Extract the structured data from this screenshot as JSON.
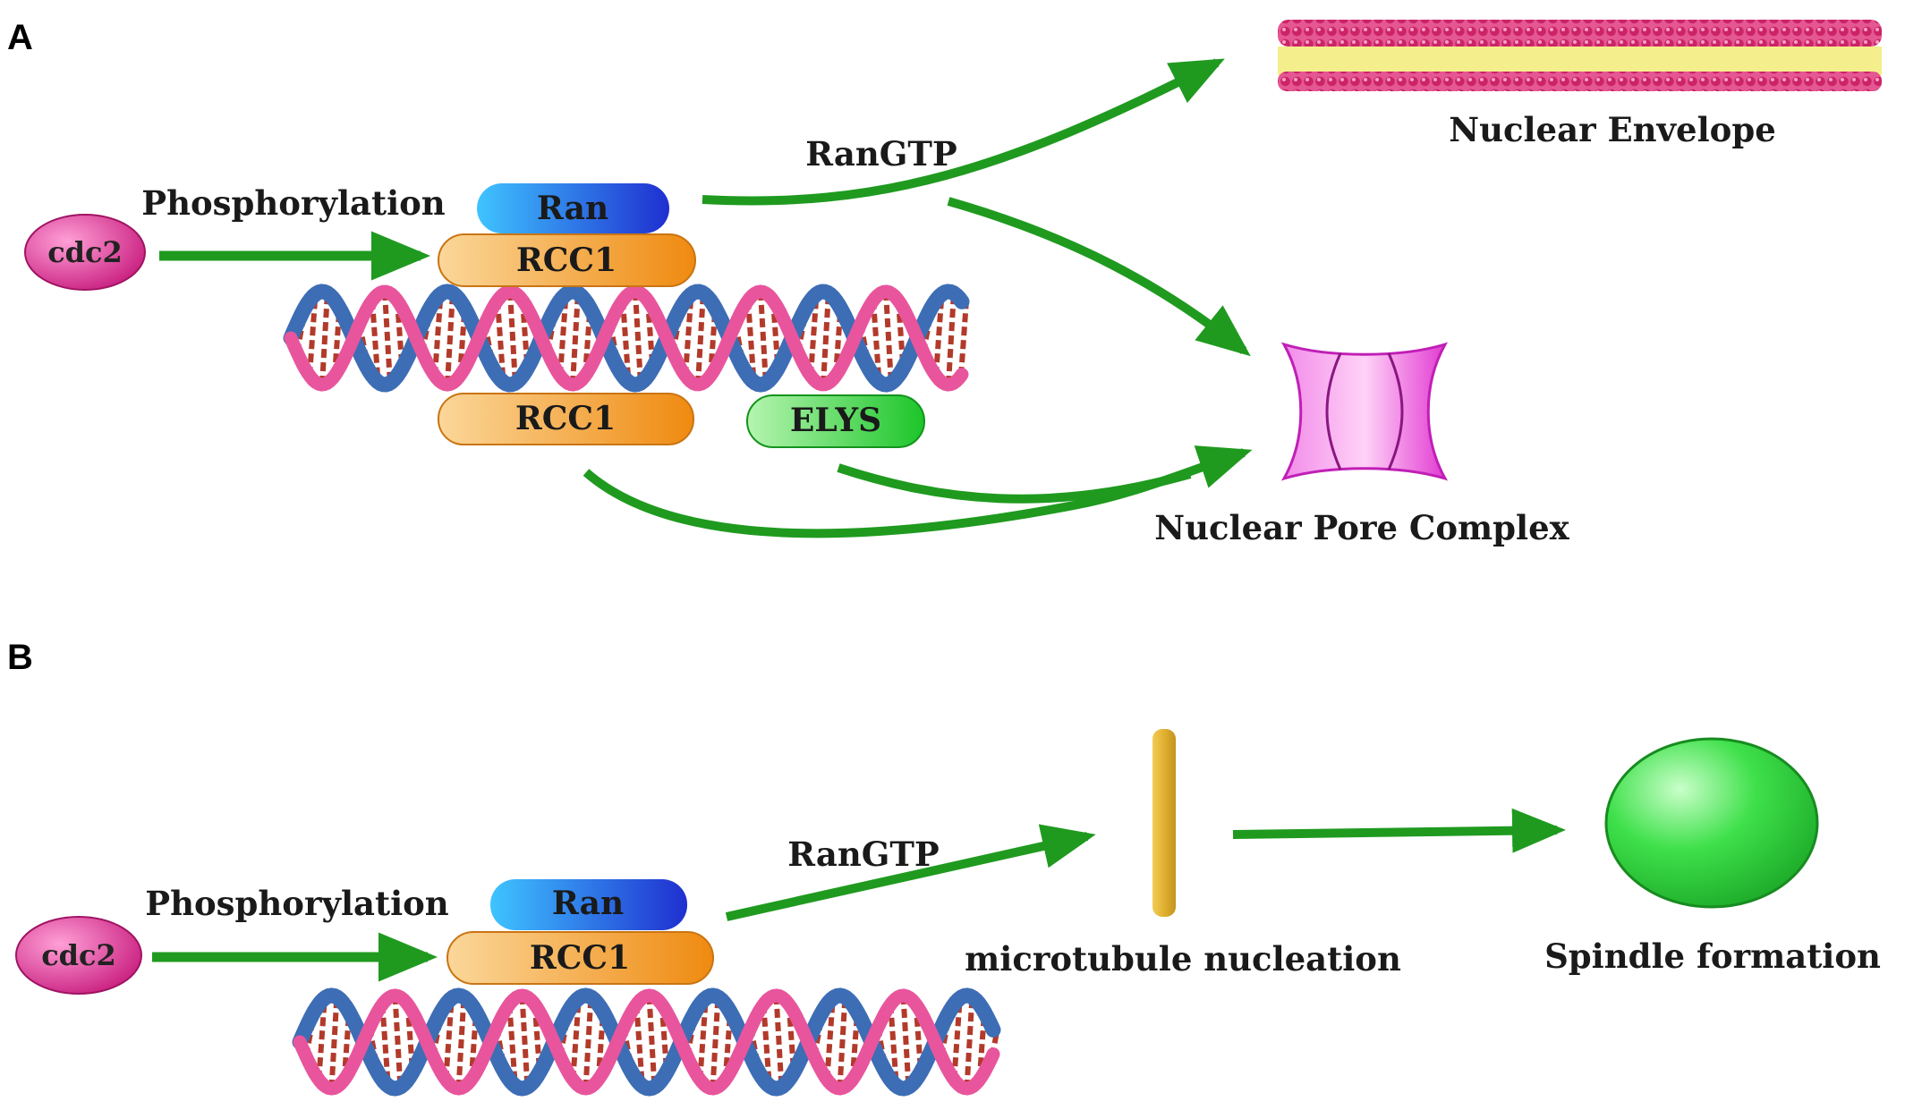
{
  "panelA": {
    "label": "A",
    "cdc2": "cdc2",
    "phosphorylation": "Phosphorylation",
    "ran": "Ran",
    "rcc1_top": "RCC1",
    "rcc1_bottom": "RCC1",
    "elys": "ELYS",
    "rangtp": "RanGTP",
    "nuclear_envelope": "Nuclear Envelope",
    "nuclear_pore_complex": "Nuclear Pore Complex"
  },
  "panelB": {
    "label": "B",
    "cdc2": "cdc2",
    "phosphorylation": "Phosphorylation",
    "ran": "Ran",
    "rcc1": "RCC1",
    "rangtp": "RanGTP",
    "microtubule_nucleation": "microtubule nucleation",
    "spindle_formation": "Spindle formation"
  },
  "colors": {
    "arrow": "#1f9a1f",
    "cdc2": "#e0409a",
    "ran": "#2a4fd8",
    "rcc1": "#f3a43c",
    "elys": "#3fd24a",
    "dna_strand_a": "#e8559d",
    "dna_strand_b": "#3d6db5",
    "dna_rung": "#b23a2a",
    "envelope_outer": "#d0306e",
    "envelope_inner": "#f5ee8c",
    "pore": "#e64fd6",
    "microtubule": "#d9ad2a",
    "spindle": "#2ed43a"
  }
}
